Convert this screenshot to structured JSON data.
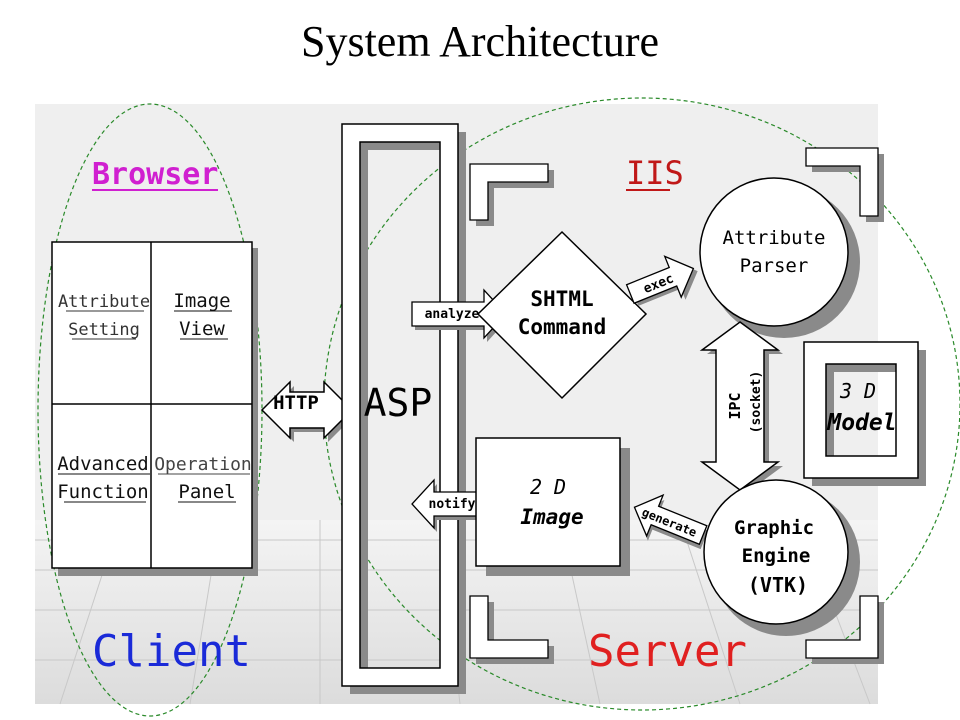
{
  "title": "System Architecture",
  "colors": {
    "browser_label": "#d020d0",
    "iis_label": "#c01818",
    "client_label": "#1a2ad8",
    "server_label": "#e02020",
    "dashed_outline": "#2a8a2a"
  },
  "client": {
    "browser_label": "Browser",
    "client_label": "Client",
    "panel": {
      "attribute_setting": [
        "Attribute",
        "Setting"
      ],
      "image_view": [
        "Image",
        "View"
      ],
      "advanced_function": [
        "Advanced",
        "Function"
      ],
      "operation_panel": [
        "Operation",
        "Panel"
      ]
    }
  },
  "links": {
    "http": "HTTP",
    "analyze": "analyze",
    "notify": "notify",
    "exec": "exec",
    "generate": "generate",
    "ipc": [
      "IPC",
      "(socket)"
    ]
  },
  "server": {
    "asp": "ASP",
    "iis_label": "IIS",
    "server_label": "Server",
    "shtml": [
      "SHTML",
      "Command"
    ],
    "attribute_parser": [
      "Attribute",
      "Parser"
    ],
    "model": [
      "3 D",
      "Model"
    ],
    "image2d": [
      "2 D",
      "Image"
    ],
    "graphic_engine": [
      "Graphic",
      "Engine",
      "(VTK)"
    ]
  }
}
